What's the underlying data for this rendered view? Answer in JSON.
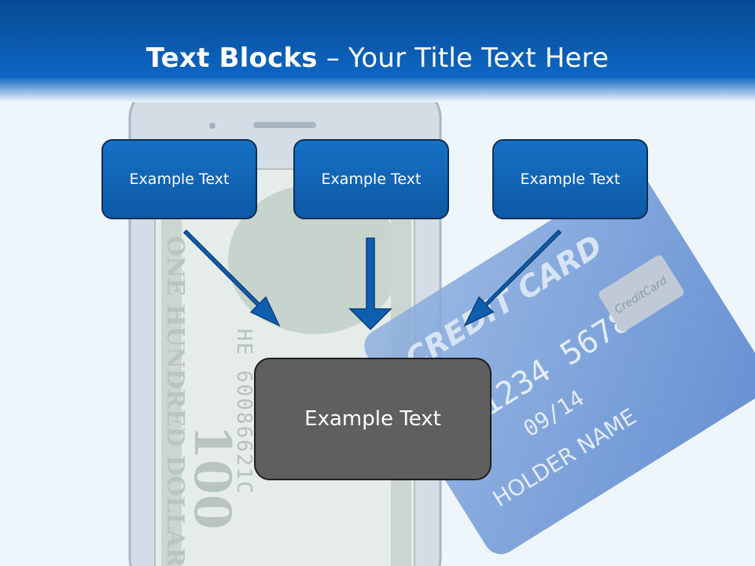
{
  "slide": {
    "title_bold": "Text Blocks",
    "title_dash": " – ",
    "title_rest": "Your Title Text Here"
  },
  "blocks": [
    {
      "text": "Example Text"
    },
    {
      "text": "Example Text"
    },
    {
      "text": "Example Text"
    }
  ],
  "center_block": {
    "text": "Example Text"
  },
  "background": {
    "card_brand": "CREDIT CARD",
    "card_number": "1234 5678",
    "card_valid": "09/14",
    "card_holder": "HOLDER NAME",
    "card_chip_label": "CreditCard",
    "bill_serial": "HE 60086621C",
    "bill_denomination": "100",
    "bill_words": "ONE HUNDRED DOLLARS"
  },
  "colors": {
    "header_blue": "#0b5cb0",
    "box_blue": "#1266b8",
    "box_border": "#0b2f57",
    "center_gray": "#5f5f5f",
    "arrow_blue": "#0f5fb0"
  }
}
